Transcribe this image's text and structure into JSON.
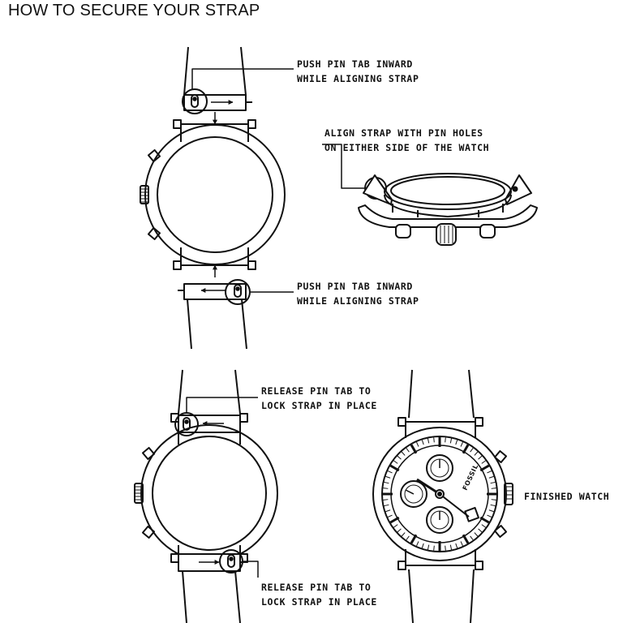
{
  "title": "HOW TO SECURE YOUR STRAP",
  "captions": {
    "push_top": [
      "PUSH PIN TAB INWARD",
      "WHILE ALIGNING STRAP"
    ],
    "align": [
      "ALIGN STRAP WITH PIN HOLES",
      "ON EITHER SIDE OF THE WATCH"
    ],
    "push_bottom": [
      "PUSH PIN TAB INWARD",
      "WHILE ALIGNING STRAP"
    ],
    "release_top": [
      "RELEASE PIN TAB TO",
      "LOCK STRAP IN PLACE"
    ],
    "release_bottom": [
      "RELEASE PIN TAB TO",
      "LOCK STRAP IN PLACE"
    ],
    "finished": "FINISHED WATCH"
  },
  "brand": "FOSSIL",
  "colors": {
    "ink": "#111111",
    "paper": "#ffffff"
  }
}
